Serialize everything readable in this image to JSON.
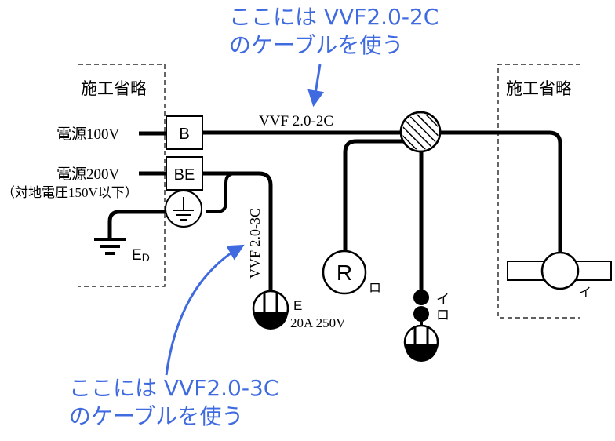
{
  "callout_top": {
    "line1": "ここには VVF2.0-2C",
    "line2": "のケーブルを使う"
  },
  "callout_bottom": {
    "line1": "ここには VVF2.0-3C",
    "line2": "のケーブルを使う"
  },
  "left_box_label": "施工省略",
  "right_box_label": "施工省略",
  "source_100v": "電源100V",
  "source_200v": "電源200V",
  "source_200v_note": "（対地電圧150V以下）",
  "breaker_b": "B",
  "breaker_be": "BE",
  "ground_label_main": "E",
  "ground_label_sub": "D",
  "cable_2c_label": "VVF 2.0-2C",
  "cable_3c_label": "VVF 2.0-3C",
  "receptacle_e_label": "E",
  "receptacle_rating": "20A 250V",
  "lamp_r_symbol": "R",
  "lamp_r_label": "ロ",
  "switch_label_i": "イ",
  "switch_label_ro": "ロ",
  "right_lamp_label": "イ",
  "colors": {
    "callout_blue": "#3f6ae0",
    "wire": "#000000",
    "dashed_box": "#000000"
  }
}
